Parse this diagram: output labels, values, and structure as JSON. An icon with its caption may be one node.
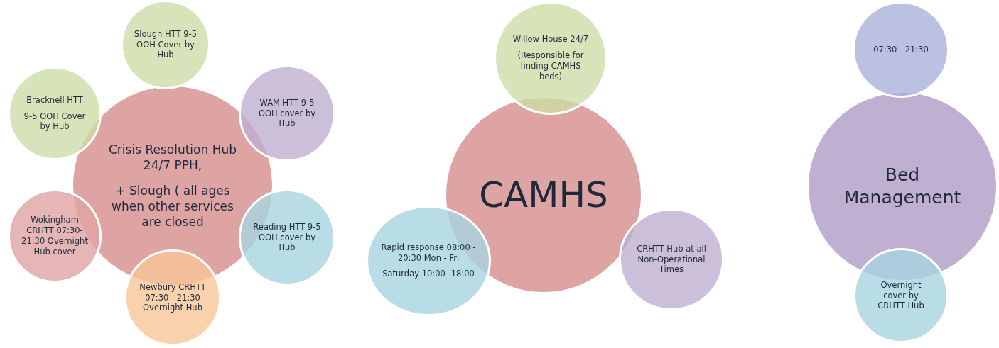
{
  "diagram": {
    "nodes": [
      {
        "text": [
          "Crisis Resolution Hub 24/7 PPH,",
          "+ Slough ( all ages when other services are closed"
        ]
      },
      {
        "text": [
          "Slough HTT 9-5 OOH Cover by Hub"
        ]
      },
      {
        "text": [
          "Bracknell HTT",
          "9-5 OOH Cover by Hub"
        ]
      },
      {
        "text": [
          "WAM HTT 9-5 OOH cover by Hub"
        ]
      },
      {
        "text": [
          "Wokingham CRHTT 07:30- 21:30 Overnight Hub cover"
        ]
      },
      {
        "text": [
          "Reading HTT 9-5 OOH cover by Hub"
        ]
      },
      {
        "text": [
          "Newbury CRHTT 07:30 - 21:30 Overnight Hub"
        ]
      },
      {
        "text": [
          "CAMHS"
        ]
      },
      {
        "text": [
          "Willow House 24/7",
          "(Responsible for finding CAMHS beds)"
        ]
      },
      {
        "text": [
          "Rapid response 08:00 - 20:30 Mon - Fri",
          "Saturday 10:00- 18:00"
        ]
      },
      {
        "text": [
          "CRHTT Hub at all Non-Operational Times"
        ]
      },
      {
        "text": [
          "Bed Management"
        ]
      },
      {
        "text": [
          "07:30 - 21:30"
        ]
      },
      {
        "text": [
          "Overnight cover by CRHTT Hub"
        ]
      }
    ]
  }
}
